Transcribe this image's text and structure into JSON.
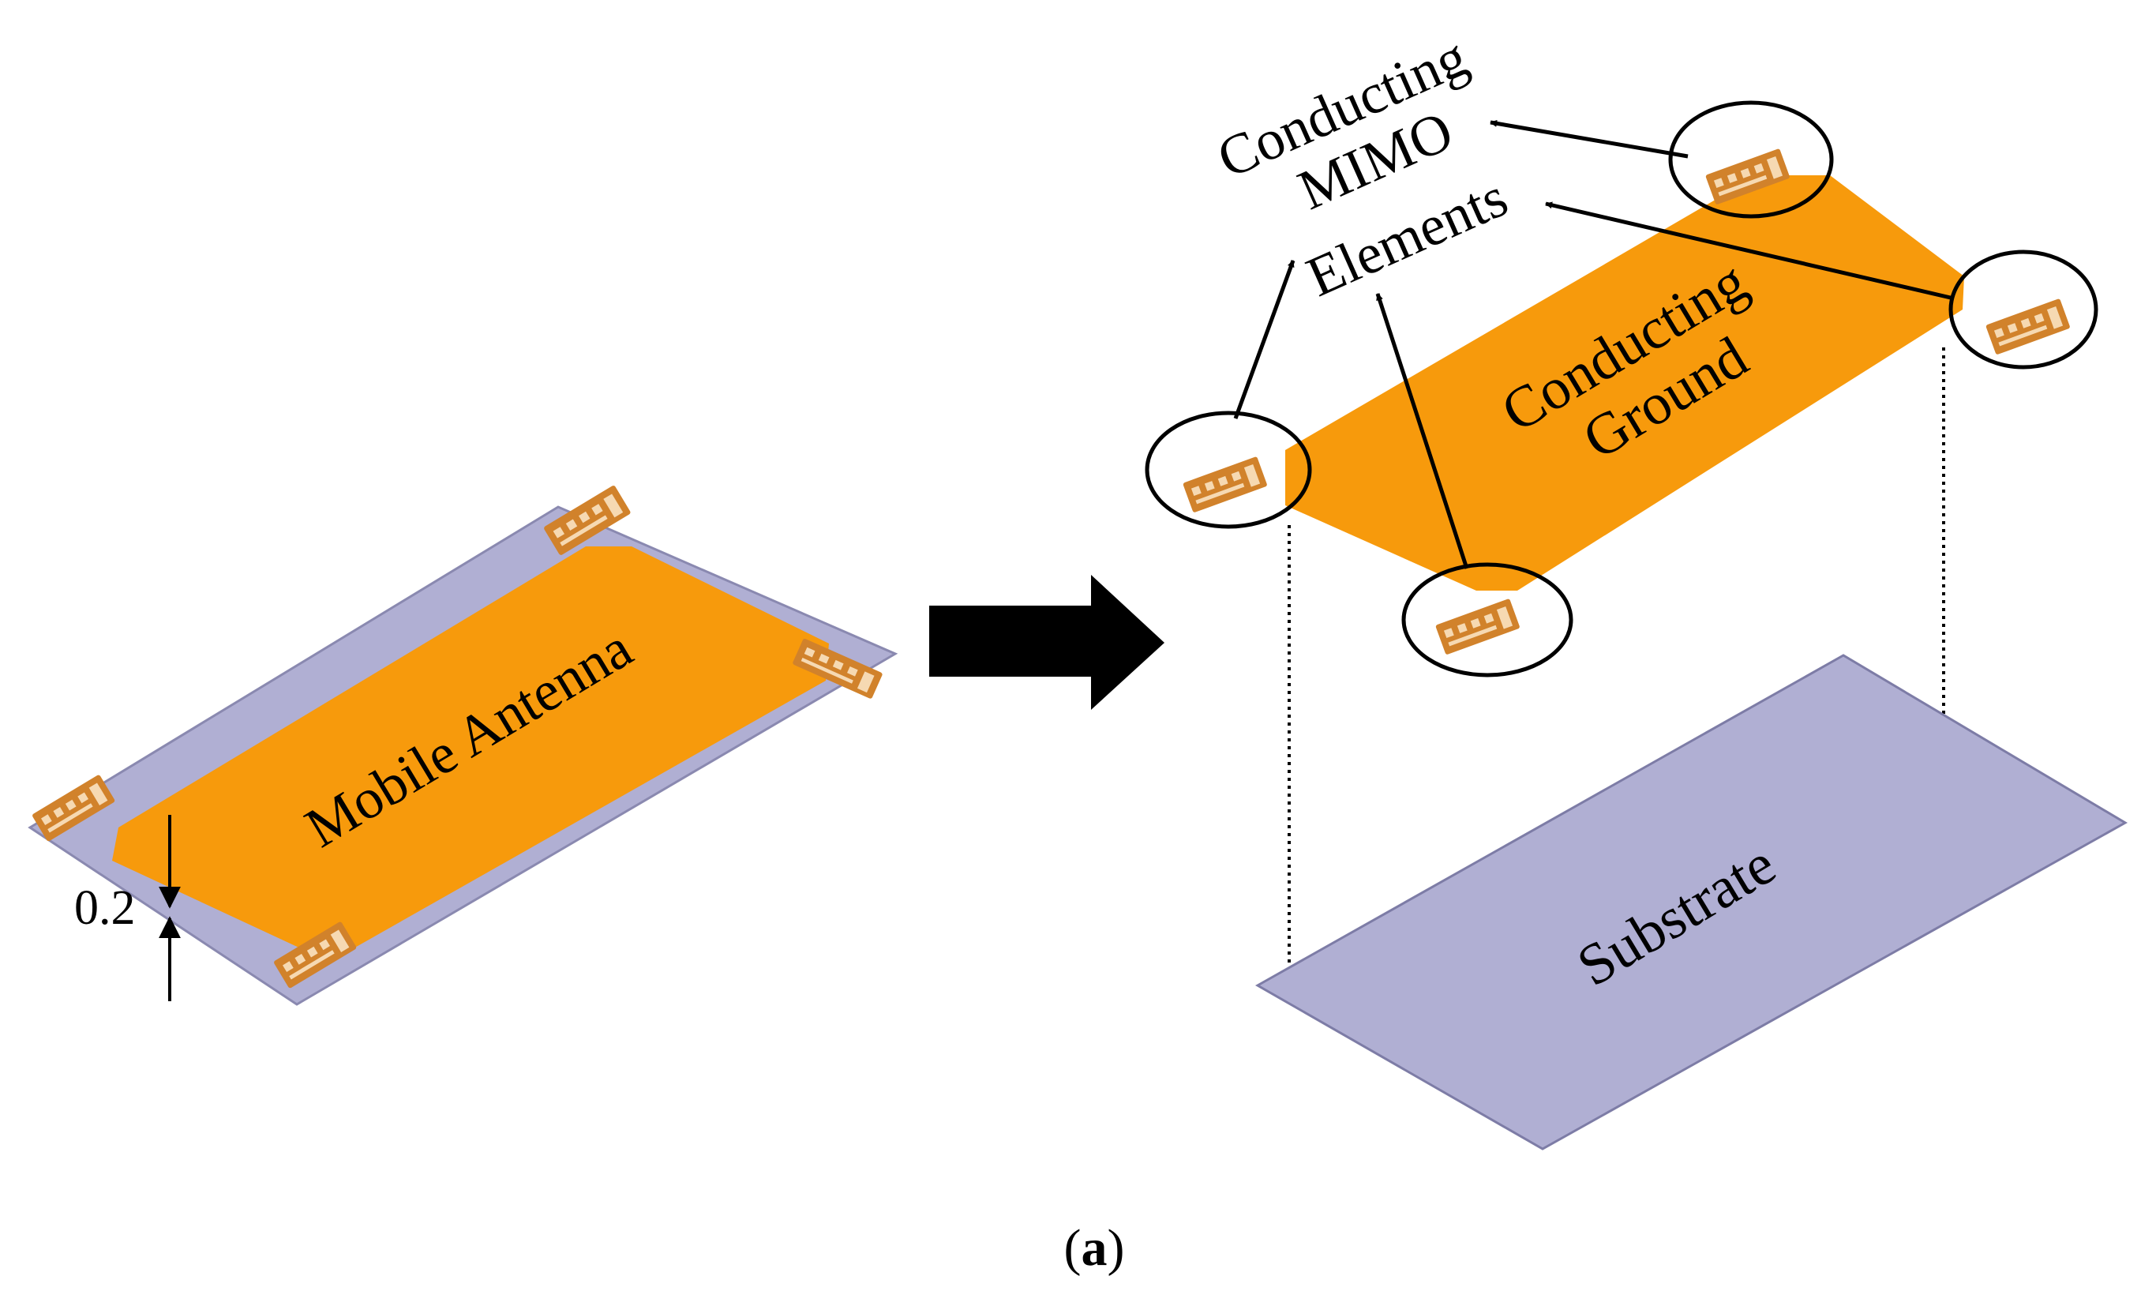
{
  "colors": {
    "copper": "#f79a0c",
    "substrate": "#b0afd3",
    "substrate_edge": "#7d7ca6",
    "element": "#d1822b",
    "ink": "#000000"
  },
  "left": {
    "label": "Mobile Antenna",
    "dimension": "0.2"
  },
  "right": {
    "mimo_lines": [
      "Conducting",
      "MIMO",
      "Elements"
    ],
    "ground_lines": [
      "Conducting",
      "Ground"
    ],
    "substrate_label": "Substrate"
  },
  "caption": {
    "open": "(",
    "letter": "a",
    "close": ")"
  }
}
